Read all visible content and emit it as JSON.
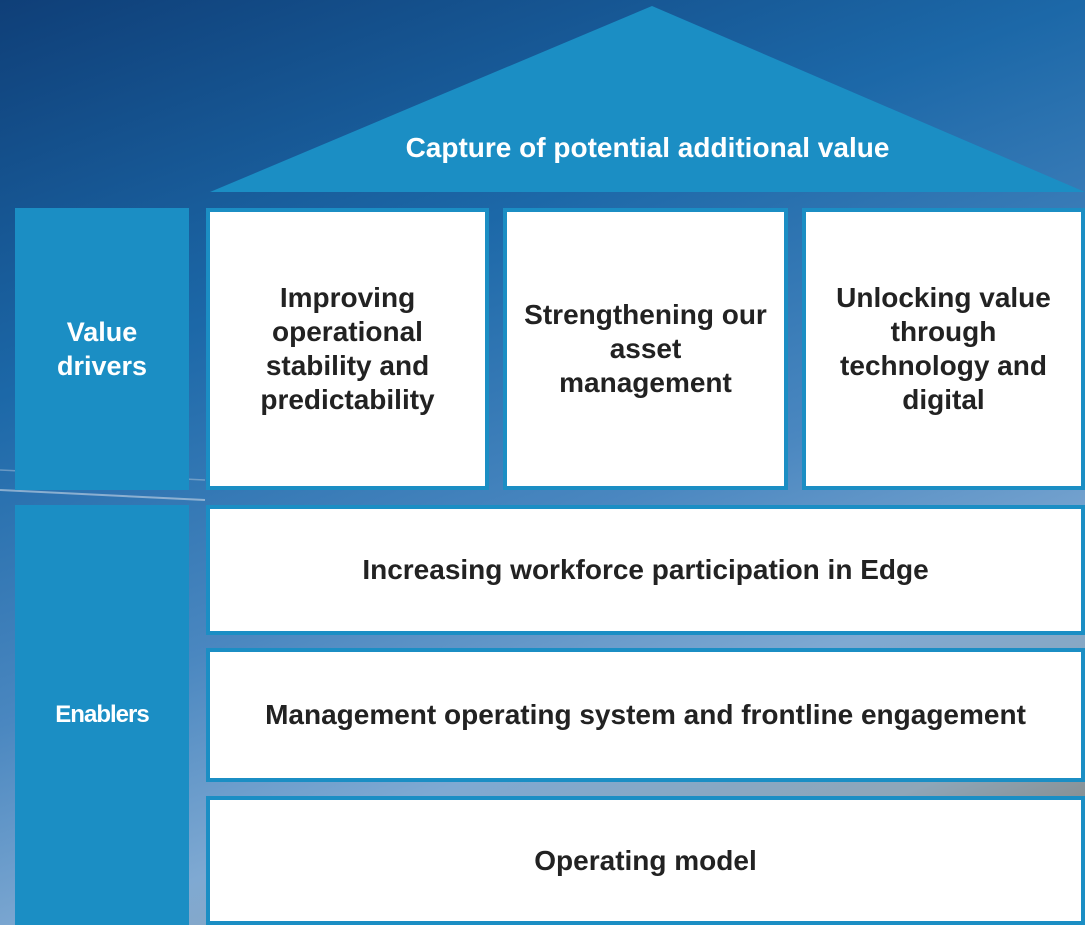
{
  "roof": {
    "title": "Capture of potential additional value"
  },
  "side_labels": {
    "value_drivers": "Value drivers",
    "enablers": "Enablers"
  },
  "value_drivers": [
    "Improving operational stability and predictability",
    "Strengthening our asset management",
    "Unlocking value through technology and digital"
  ],
  "enablers": [
    "Increasing workforce participation in Edge",
    "Management operating system and frontline engagement",
    "Operating model"
  ],
  "colors": {
    "accent_blue": "#1b8ec4",
    "box_fill": "#ffffff",
    "box_text": "#222222",
    "label_text": "#ffffff"
  }
}
